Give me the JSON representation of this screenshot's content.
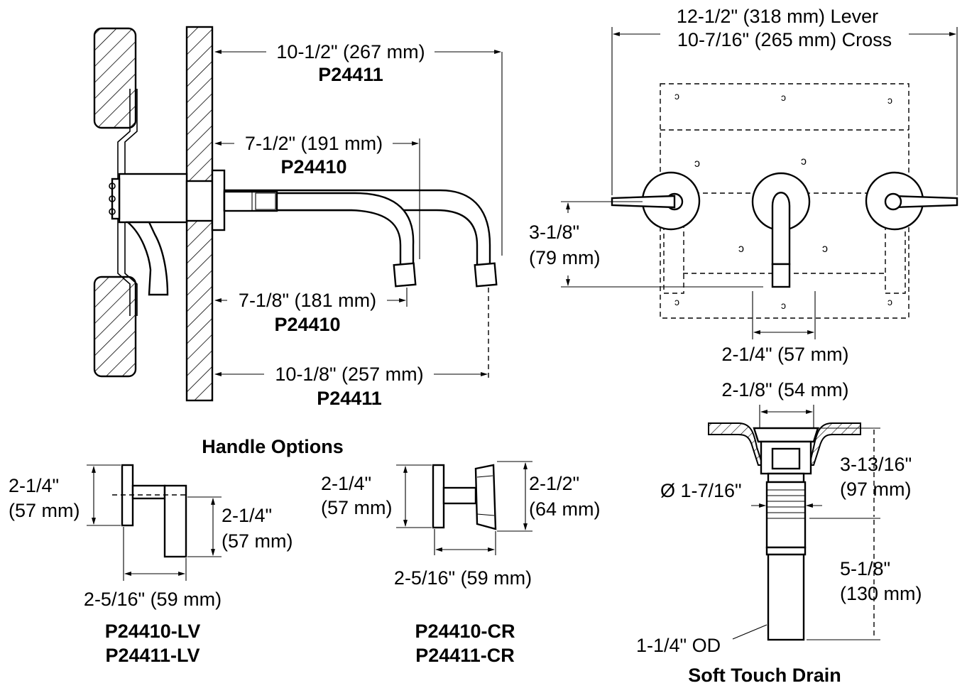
{
  "side_view": {
    "dim_top_lever": "10-1/2\" (267 mm)",
    "model_top_lever": "P24411",
    "dim_spout_lever": "7-1/2\" (191 mm)",
    "model_spout_lever": "P24410",
    "dim_spout_cross": "7-1/8\" (181 mm)",
    "model_spout_cross": "P24410",
    "dim_bottom_cross": "10-1/8\" (257 mm)",
    "model_bottom_cross": "P24411"
  },
  "front_view": {
    "width_lever": "12-1/2\" (318 mm) Lever",
    "width_cross": "10-7/16\" (265 mm) Cross",
    "height_in": "3-1/8\"",
    "height_mm": "(79 mm)",
    "spout_width": "2-1/4\" (57 mm)"
  },
  "handle_options": {
    "title": "Handle Options",
    "lever": {
      "plate_h_in": "2-1/4\"",
      "plate_h_mm": "(57 mm)",
      "handle_h_in": "2-1/4\"",
      "handle_h_mm": "(57 mm)",
      "depth": "2-5/16\" (59 mm)",
      "model_1": "P24410-LV",
      "model_2": "P24411-LV"
    },
    "cross": {
      "plate_h_in": "2-1/4\"",
      "plate_h_mm": "(57 mm)",
      "handle_h_in": "2-1/2\"",
      "handle_h_mm": "(64 mm)",
      "depth": "2-5/16\" (59 mm)",
      "model_1": "P24410-CR",
      "model_2": "P24411-CR"
    }
  },
  "drain": {
    "title": "Soft Touch Drain",
    "top_width": "2-1/8\" (54 mm)",
    "diameter": "Ø 1-7/16\"",
    "upper_h_in": "3-13/16\"",
    "upper_h_mm": "(97 mm)",
    "lower_h_in": "5-1/8\"",
    "lower_h_mm": "(130 mm)",
    "od": "1-1/4\" OD"
  }
}
